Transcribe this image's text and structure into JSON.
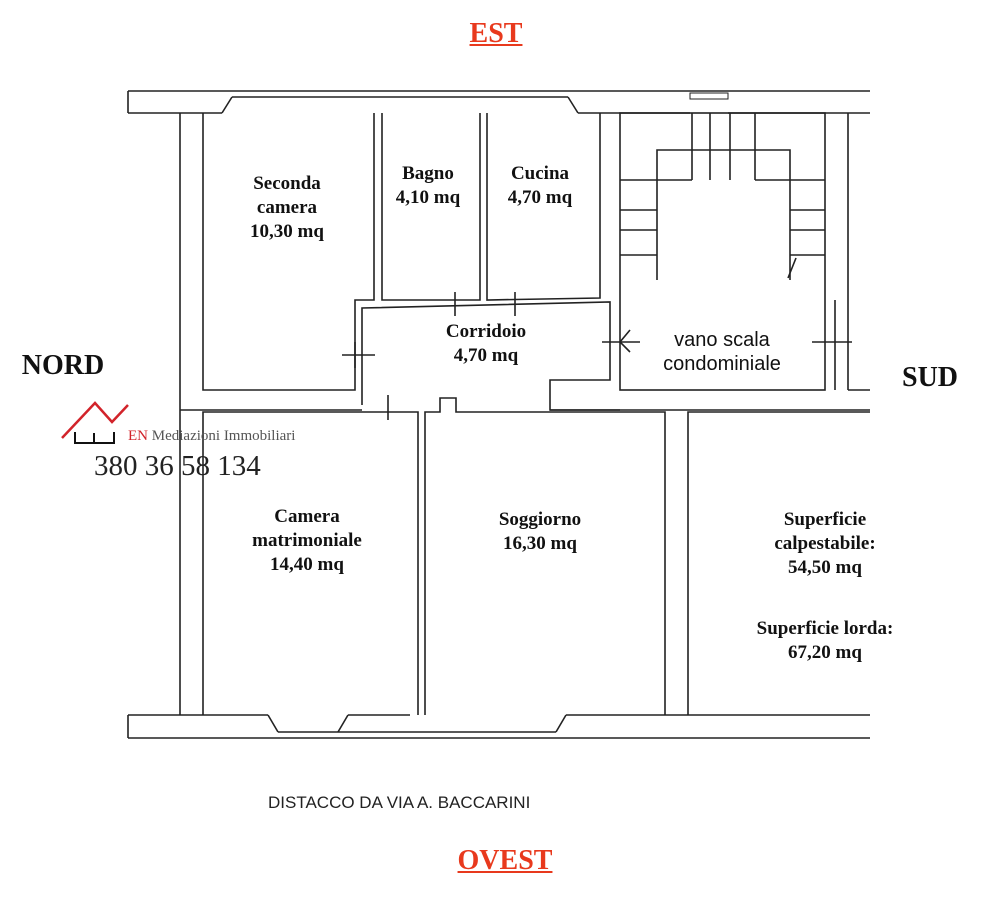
{
  "compass": {
    "north": "NORD",
    "south": "SUD",
    "east": "EST",
    "west": "OVEST"
  },
  "rooms": [
    {
      "name": "Seconda\ncamera",
      "area": "10,30 mq"
    },
    {
      "name": "Bagno",
      "area": "4,10 mq"
    },
    {
      "name": "Cucina",
      "area": "4,70 mq"
    },
    {
      "name": "Corridoio",
      "area": "4,70 mq"
    },
    {
      "name": "Camera\nmatrimoniale",
      "area": "14,40 mq"
    },
    {
      "name": "Soggiorno",
      "area": "16,30 mq"
    }
  ],
  "stairwell": "vano scala\ncondominiale",
  "summary": {
    "walkable_label": "Superficie calpestabile:",
    "walkable_value": "54,50 mq",
    "gross_label": "Superficie lorda:",
    "gross_value": "67,20 mq"
  },
  "street_note": "DISTACCO DA VIA A. BACCARINI",
  "watermark": {
    "brand_en": "EN",
    "brand_rest": "Mediazioni Immobiliari",
    "phone": "380 36 58 134"
  },
  "colors": {
    "accent": "#e8391d",
    "line": "#222222"
  }
}
